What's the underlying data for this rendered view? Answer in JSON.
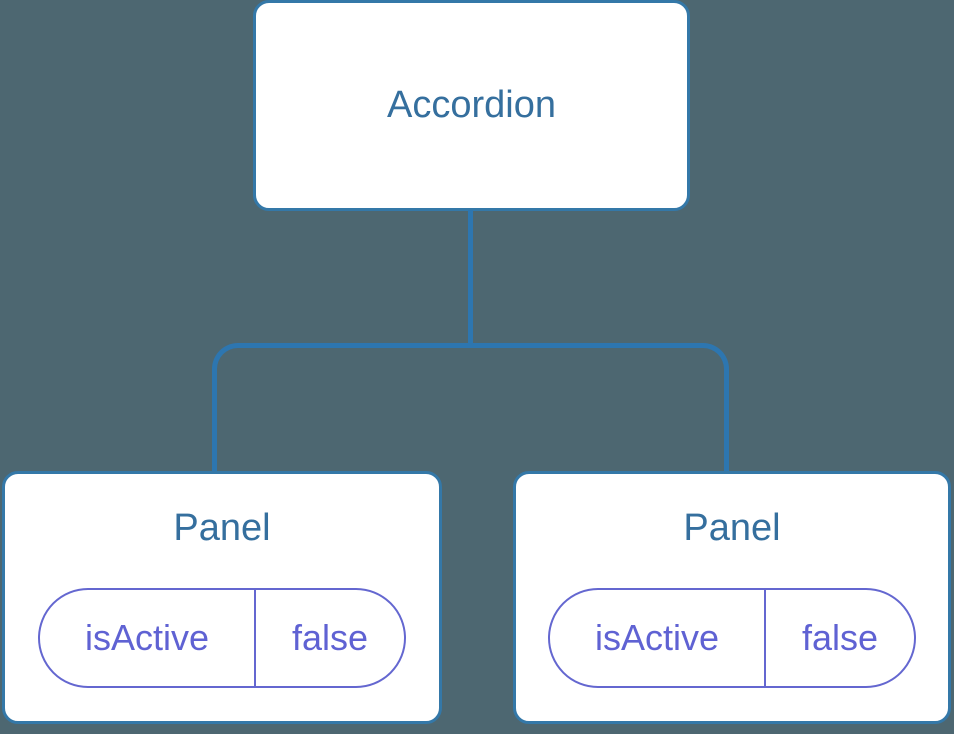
{
  "diagram": {
    "title": "component-state-tree",
    "root": {
      "label": "Accordion"
    },
    "children": [
      {
        "label": "Panel",
        "state": {
          "key": "isActive",
          "value": "false"
        }
      },
      {
        "label": "Panel",
        "state": {
          "key": "isActive",
          "value": "false"
        }
      }
    ]
  },
  "colors": {
    "background": "#4d6771",
    "connector": "#2d76b0",
    "node_border": "#3478a8",
    "node_fill": "#ffffff",
    "title_text": "#356f9e",
    "state_text": "#5f62d3",
    "state_border": "#6467d0"
  }
}
